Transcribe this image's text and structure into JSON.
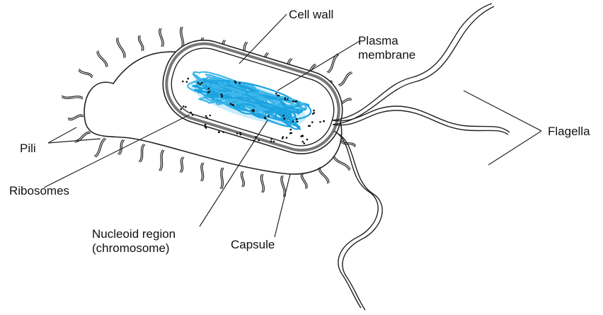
{
  "labels": {
    "cell_wall": "Cell wall",
    "plasma_membrane": "Plasma\nmembrane",
    "pili": "Pili",
    "flagella": "Flagella",
    "ribosomes": "Ribosomes",
    "nucleoid_region": "Nucleoid region\n(chromosome)",
    "capsule": "Capsule"
  },
  "colors": {
    "line": "#222222",
    "cell_wall_gray": "#777777",
    "nucleoid_blue": "#1aa3e0",
    "nucleoid_light": "#9fdcf5"
  }
}
